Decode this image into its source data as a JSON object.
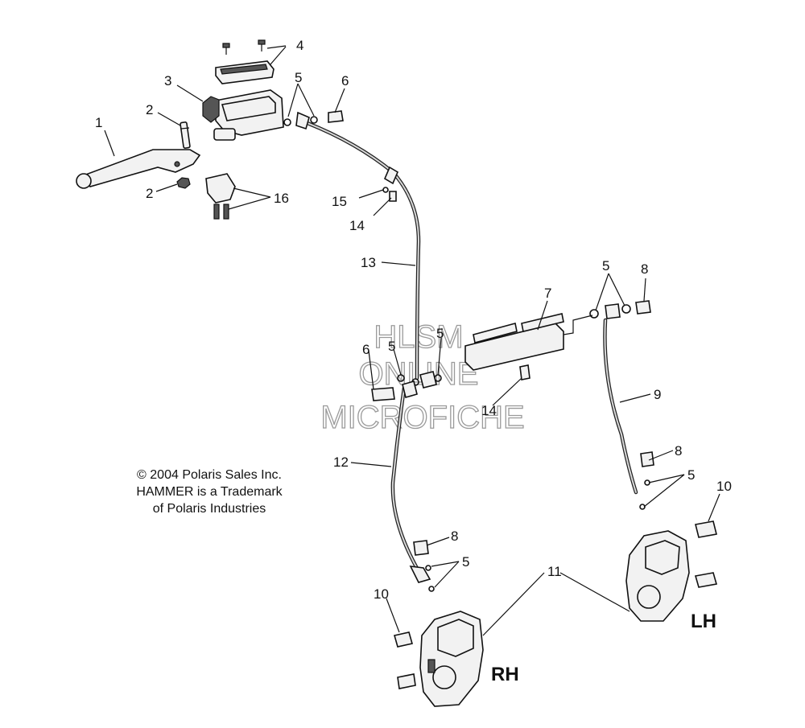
{
  "copyright_lines": [
    "© 2004 Polaris Sales Inc.",
    "HAMMER is a Trademark",
    "of Polaris Industries"
  ],
  "watermark_lines": [
    "HLSM",
    "ONLINE",
    "MICROFICHE"
  ],
  "side_labels": {
    "right": "RH",
    "left": "LH"
  },
  "callouts": {
    "c1": "1",
    "c2a": "2",
    "c2b": "2",
    "c3": "3",
    "c4": "4",
    "c5a": "5",
    "c5b": "5",
    "c5c": "5",
    "c5d": "5",
    "c5e": "5",
    "c5f": "5",
    "c6a": "6",
    "c6b": "6",
    "c7": "7",
    "c8a": "8",
    "c8b": "8",
    "c8c": "8",
    "c9": "9",
    "c10a": "10",
    "c10b": "10",
    "c11": "11",
    "c12": "12",
    "c13": "13",
    "c14a": "14",
    "c14b": "14",
    "c15": "15",
    "c16": "16"
  }
}
